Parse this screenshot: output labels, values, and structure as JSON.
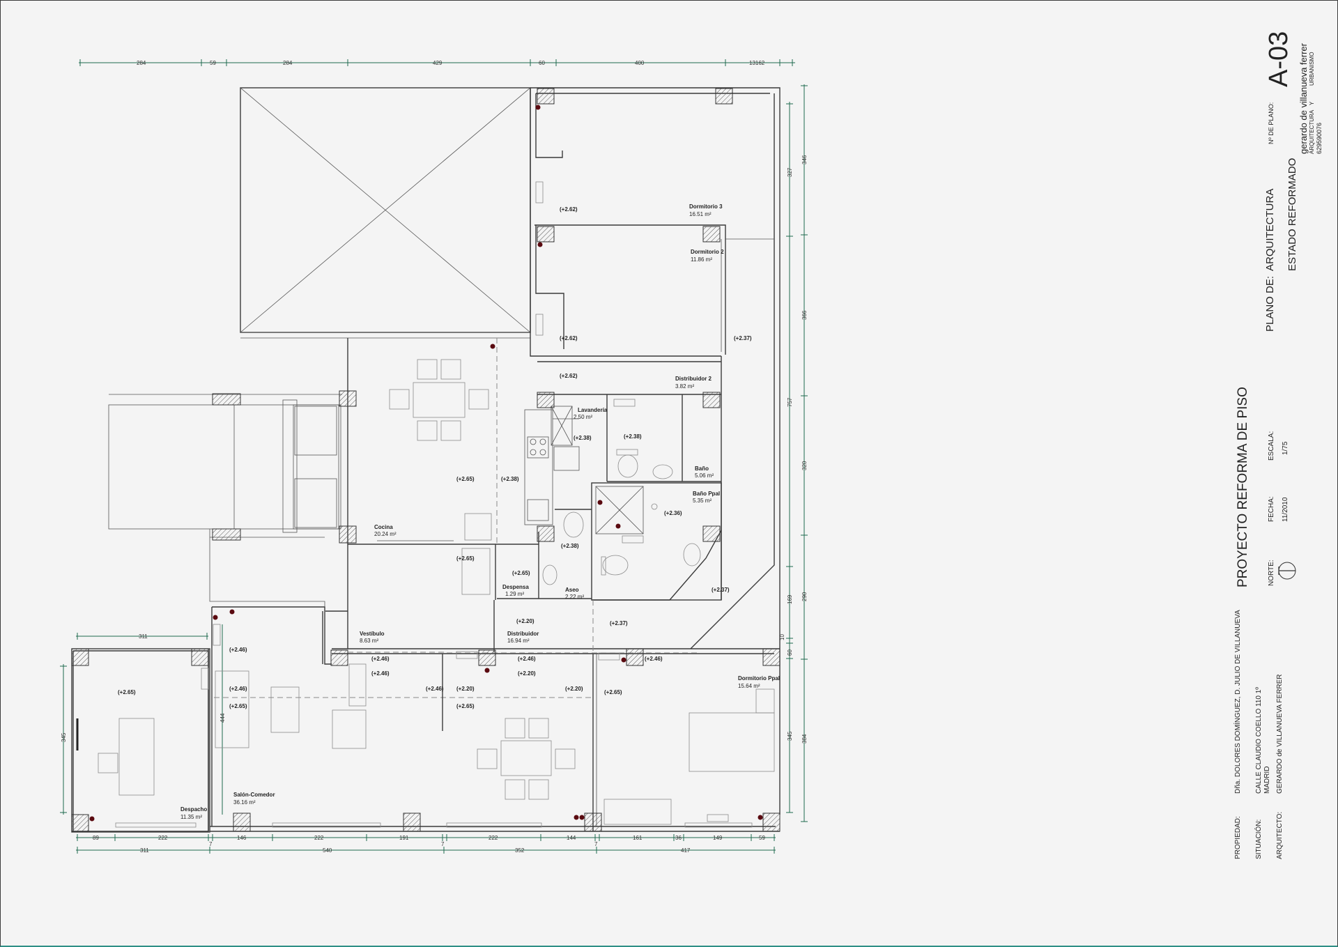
{
  "top_dims": [
    "284",
    "59",
    "284",
    "429",
    "60",
    "400",
    "13162"
  ],
  "bottom_dims_1": [
    "89",
    "222",
    "7",
    "146",
    "222",
    "191",
    "7",
    "222",
    "144",
    "7",
    "161",
    "36",
    "149",
    "59"
  ],
  "bottom_dims_2": [
    "311",
    "540",
    "352",
    "417"
  ],
  "right_dims_1": [
    "327",
    "757",
    "169",
    "10",
    "60",
    "345"
  ],
  "right_dims_2": [
    "346",
    "366",
    "320",
    "290",
    "384"
  ],
  "left_dims": {
    "top_311": "311",
    "left_345": "345",
    "inner_444": "444"
  },
  "rooms": [
    {
      "name": "Dormitorio 3",
      "area": "16.51 m²"
    },
    {
      "name": "Dormitorio 2",
      "area": "11.86 m²"
    },
    {
      "name": "Distribuidor 2",
      "area": "3.82 m²"
    },
    {
      "name": "Lavandería",
      "area": "2.50 m²"
    },
    {
      "name": "Baño",
      "area": "5.06 m²"
    },
    {
      "name": "Baño Ppal",
      "area": "5.35 m²"
    },
    {
      "name": "Cocina",
      "area": "20.24 m²"
    },
    {
      "name": "Despensa",
      "area": "1.29 m²"
    },
    {
      "name": "Aseo",
      "area": "2.22 m²"
    },
    {
      "name": "Vestíbulo",
      "area": "8.63 m²"
    },
    {
      "name": "Distribuidor",
      "area": "16.94 m²"
    },
    {
      "name": "Dormitorio Ppal",
      "area": "15.64 m²"
    },
    {
      "name": "Despacho",
      "area": "11.35 m²"
    },
    {
      "name": "Salón-Comedor",
      "area": "36.16 m²"
    }
  ],
  "levels": {
    "l262a": "(+2.62)",
    "l262b": "(+2.62)",
    "l262c": "(+2.62)",
    "l237a": "(+2.37)",
    "l238a": "(+2.38)",
    "l238b": "(+2.38)",
    "l238c": "(+2.38)",
    "l238d": "(+2.38)",
    "l236": "(+2.36)",
    "l265a": "(+2.65)",
    "l265b": "(+2.65)",
    "l265c": "(+2.65)",
    "l265d": "(+2.65)",
    "l265e": "(+2.65)",
    "l265f": "(+2.65)",
    "l265g": "(+2.65)",
    "l237b": "(+2.37)",
    "l237c": "(+2.37)",
    "l220a": "(+2.20)",
    "l220b": "(+2.20)",
    "l220c": "(+2.20)",
    "l220d": "(+2.20)",
    "l246a": "(+2.46)",
    "l246b": "(+2.46)",
    "l246c": "(+2.46)",
    "l246d": "(+2.46)",
    "l246e": "(+2.46)",
    "l246f": "(+2.46)",
    "l246g": "(+2.46)"
  },
  "title_block": {
    "project_title": "PROYECTO REFORMA DE PISO",
    "plan_label": "PLANO DE:",
    "plan_value_1": "ARQUITECTURA",
    "plan_value_2": "ESTADO REFORMADO",
    "plan_no_label": "Nº DE PLANO:",
    "plan_no": "A-03",
    "architect_brand": "gerardo de villanueva ferrer",
    "architect_sub_1": "ARQUITECTURA",
    "architect_sub_y": "Y",
    "architect_sub_2": "URBANISMO",
    "architect_phone": "629590076",
    "north_label": "NORTE:",
    "date_label": "FECHA:",
    "date_value": "11/2010",
    "scale_label": "ESCALA:",
    "scale_value": "1/75",
    "property_label": "PROPIEDAD:",
    "property_value": "Dña. DOLORES DOMÍNGUEZ, D. JULIO DE VILLANUEVA",
    "location_label": "SITUACIÓN:",
    "location_value_1": "CALLE CLAUDIO COELLO 110 1º",
    "location_value_2": "MADRID",
    "architect_label": "ARQUITECTO:",
    "architect_value": "GERARDO de VILLANUEVA FERRER"
  }
}
